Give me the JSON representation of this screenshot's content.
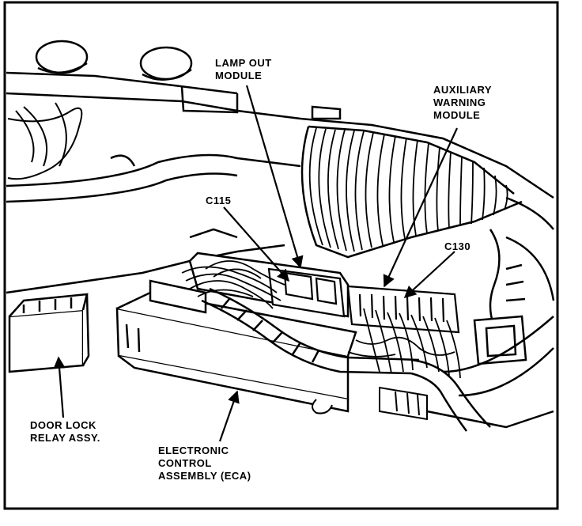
{
  "labels": {
    "lamp_out_module": [
      "LAMP OUT",
      "MODULE"
    ],
    "auxiliary_warning_module": [
      "AUXILIARY",
      "WARNING",
      "MODULE"
    ],
    "c115": "C115",
    "c130": "C130",
    "door_lock_relay": [
      "DOOR LOCK",
      "RELAY ASSY."
    ],
    "eca": [
      "ELECTRONIC",
      "CONTROL",
      "ASSEMBLY (ECA)"
    ]
  },
  "colors": {
    "ink": "#000000",
    "paper": "#ffffff"
  }
}
